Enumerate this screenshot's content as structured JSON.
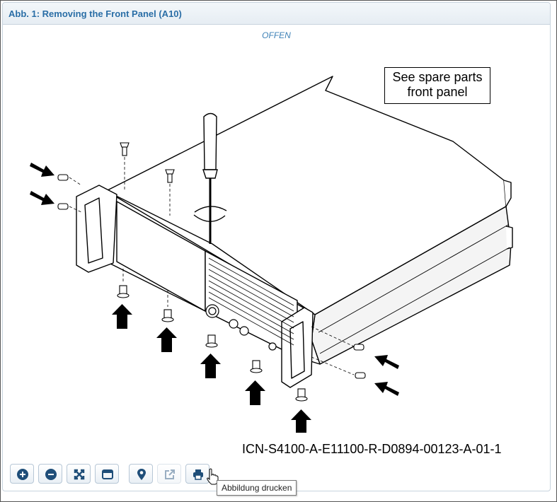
{
  "panel": {
    "title": "Abb. 1: Removing the Front Panel (A10)",
    "status": "OFFEN"
  },
  "figure": {
    "callout_line1": "See spare parts",
    "callout_line2": "front panel",
    "icn": "ICN-S4100-A-E11100-R-D0894-00123-A-01-1"
  },
  "toolbar": {
    "buttons": [
      {
        "icon": "zoom-in-icon"
      },
      {
        "icon": "zoom-out-icon"
      },
      {
        "icon": "fit-screen-icon"
      },
      {
        "icon": "window-icon"
      },
      {
        "icon": "map-pin-icon"
      },
      {
        "icon": "external-link-icon",
        "disabled": true
      },
      {
        "icon": "print-icon"
      }
    ],
    "tooltip": "Abbildung drucken"
  },
  "colors": {
    "accent": "#2a6ea6",
    "button_circle": "#1f4e79"
  }
}
